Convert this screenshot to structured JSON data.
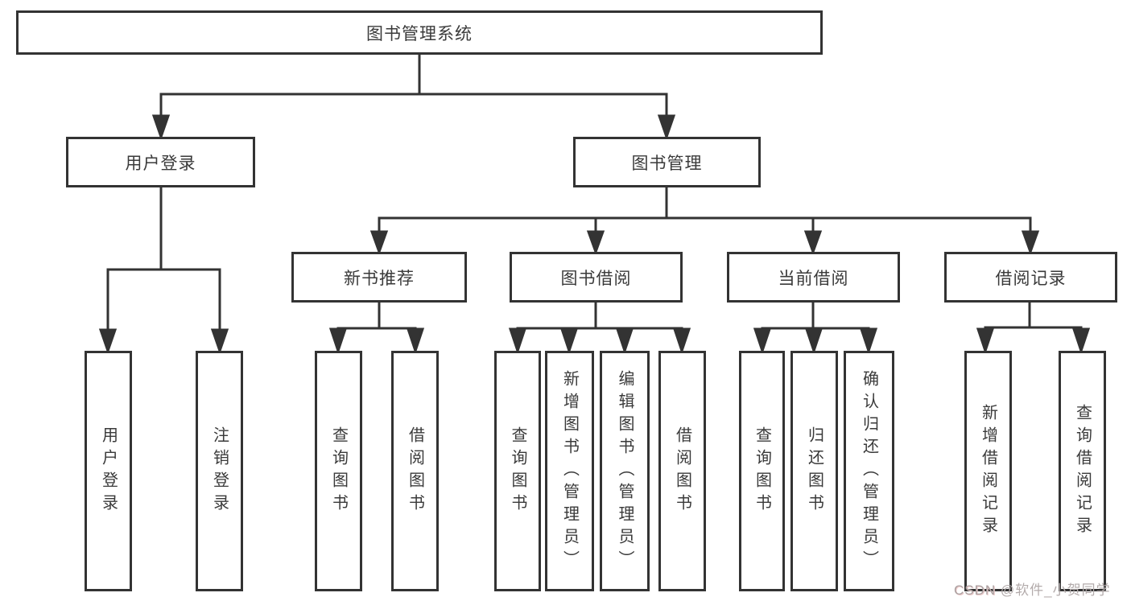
{
  "diagram": {
    "root": {
      "label": "图书管理系统"
    },
    "level2": [
      {
        "id": "user-login",
        "label": "用户登录"
      },
      {
        "id": "book-management",
        "label": "图书管理"
      }
    ],
    "level3": [
      {
        "id": "new-book-recommend",
        "label": "新书推荐"
      },
      {
        "id": "book-borrow",
        "label": "图书借阅"
      },
      {
        "id": "current-borrow",
        "label": "当前借阅"
      },
      {
        "id": "borrow-record",
        "label": "借阅记录"
      }
    ],
    "leaves": {
      "user_login": [
        {
          "label": "用户登录"
        },
        {
          "label": "注销登录"
        }
      ],
      "new_book_recommend": [
        {
          "label": "查询图书"
        },
        {
          "label": "借阅图书"
        }
      ],
      "book_borrow": [
        {
          "label": "查询图书"
        },
        {
          "label": "新增图书（管理员）"
        },
        {
          "label": "编辑图书（管理员）"
        },
        {
          "label": "借阅图书"
        }
      ],
      "current_borrow": [
        {
          "label": "查询图书"
        },
        {
          "label": "归还图书"
        },
        {
          "label": "确认归还（管理员）"
        }
      ],
      "borrow_record": [
        {
          "label": "新增借阅记录"
        },
        {
          "label": "查询借阅记录"
        }
      ]
    },
    "watermark": {
      "brand": "CSDN",
      "author": " @软件_小贺同学"
    },
    "colors": {
      "line": "#333333",
      "text": "#3a3a3a",
      "background": "#ffffff",
      "watermark": "#b3abab"
    }
  }
}
